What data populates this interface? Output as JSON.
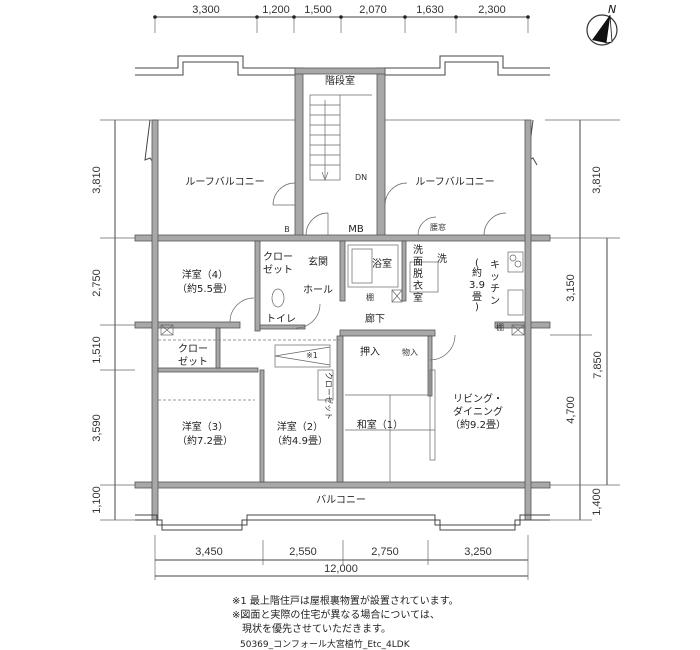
{
  "dimensions": {
    "top": [
      "3,300",
      "1,200",
      "1,500",
      "2,070",
      "1,630",
      "2,300"
    ],
    "left": [
      "3,810",
      "2,750",
      "1,510",
      "3,590",
      "1,100"
    ],
    "right": [
      "3,810",
      "3,150",
      "7,850",
      "4,700",
      "1,400"
    ],
    "bottom": [
      "3,450",
      "2,550",
      "2,750",
      "3,250"
    ],
    "total": "12,000"
  },
  "compass": {
    "label": "N"
  },
  "rooms": {
    "stairwell": "階段室",
    "dn": "DN",
    "roof_balcony_left": "ルーフバルコニー",
    "roof_balcony_right": "ルーフバルコニー",
    "mb": "MB",
    "b": "B",
    "koshimado": "腰窓",
    "closet_top_1": "クロー",
    "closet_top_2": "ゼット",
    "entrance": "玄関",
    "hall": "ホール",
    "toilet": "トイレ",
    "bath": "浴室",
    "shelf": "棚",
    "washroom": [
      "洗",
      "面",
      "脱",
      "衣",
      "室"
    ],
    "washer": "洗",
    "kitchen": [
      "キ",
      "ッ",
      "チ",
      "ン"
    ],
    "kitchen_size": [
      "(",
      "約",
      "3.9",
      "畳",
      ")"
    ],
    "shelf_kitchen": "棚",
    "corridor": "廊下",
    "western4": "洋室（4）",
    "western4_size": "（約5.5畳）",
    "closet_mid_1": "クロー",
    "closet_mid_2": "ゼット",
    "note1_mark": "※1",
    "oshiire": "押入",
    "monoire": "物入",
    "western3": "洋室（3）",
    "western3_size": "（約7.2畳）",
    "western2": "洋室（2）",
    "western2_size": "（約4.9畳）",
    "small_closet": "クローゼット",
    "washitsu": "和室（1）",
    "living": "リビング・",
    "dining": "ダイニング",
    "living_size": "（約9.2畳）",
    "balcony": "バルコニー"
  },
  "notes": [
    "※1 最上階住戸は屋根裏物置が設置されています。",
    "※図面と実際の住宅が異なる場合については、",
    "　現状を優先させていただきます。"
  ],
  "footer": "50369_コンフォール大宮植竹_Etc_4LDK"
}
